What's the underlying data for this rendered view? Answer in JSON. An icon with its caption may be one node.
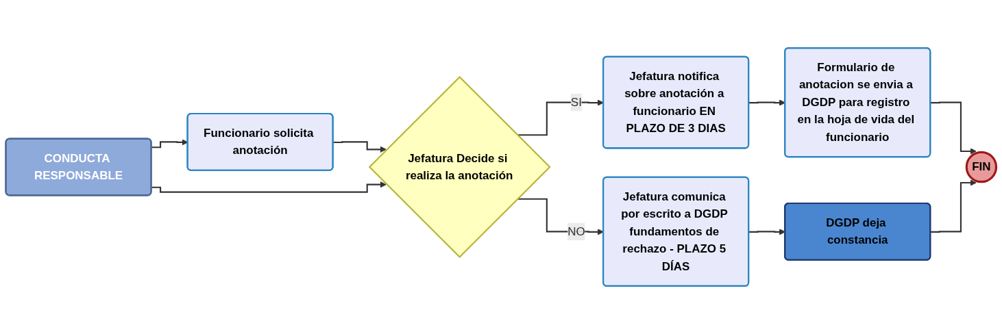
{
  "diagram": {
    "nodes": [
      {
        "text": [
          "CONDUCTA RESPONSABLE"
        ]
      },
      {
        "text": [
          "Funcionario solicita anotación"
        ]
      },
      {
        "text": [
          "Jefatura Decide si realiza la anotación"
        ]
      },
      {
        "text": [
          "Jefatura notifica sobre anotación a funcionario EN PLAZO DE 3 DIAS"
        ]
      },
      {
        "text": [
          "Formulario de anotacion se envia a DGDP para registro en la hoja de vida del funcionario"
        ]
      },
      {
        "text": [
          "Jefatura comunica por escrito a DGDP fundamentos de rechazo - PLAZO 5 DÍAS"
        ]
      },
      {
        "text": [
          "DGDP deja constancia"
        ]
      },
      {
        "text": [
          "FIN"
        ]
      }
    ],
    "edges": [
      {
        "from": 0,
        "to": 1,
        "arrow": "to"
      },
      {
        "from": 1,
        "to": 2,
        "arrow": "to"
      },
      {
        "from": 0,
        "to": 2,
        "arrow": "to"
      },
      {
        "from": 2,
        "to": 3,
        "arrow": "to",
        "label": "SI"
      },
      {
        "from": 3,
        "to": 4,
        "arrow": "to"
      },
      {
        "from": 4,
        "to": 7,
        "arrow": "to"
      },
      {
        "from": 2,
        "to": 5,
        "arrow": "to",
        "label": "NO"
      },
      {
        "from": 5,
        "to": 6,
        "arrow": "to"
      },
      {
        "from": 6,
        "to": 7,
        "arrow": "to"
      }
    ]
  }
}
